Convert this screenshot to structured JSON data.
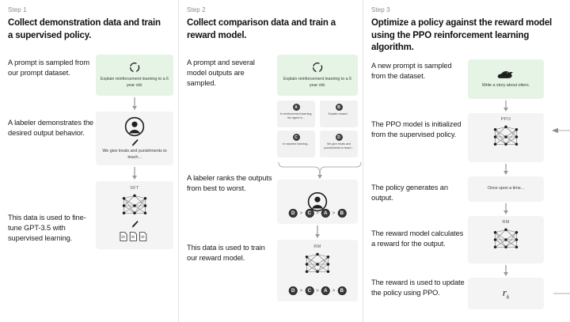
{
  "columns": [
    {
      "step_label": "Step 1",
      "title": "Collect demonstration data and train a supervised policy.",
      "captions": [
        "A prompt is sampled from our prompt dataset.",
        "A labeler demonstrates the desired output behavior.",
        "This data is used to fine-tune GPT-3.5 with supervised learning."
      ],
      "nodes": {
        "prompt_text": "Explain reinforcement learning to a 6 year old.",
        "prompt_icon": "recycle-icon",
        "labeler_text": "We give treats and punishments to teach...",
        "labeler_icon": "person-icon",
        "model_title": "SFT",
        "model_icon": "neural-network-icon",
        "pen_icon": "pen-icon",
        "docs_icon": "documents-icon"
      }
    },
    {
      "step_label": "Step 2",
      "title": "Collect comparison data and train a reward model.",
      "captions": [
        "A prompt and several model outputs are sampled.",
        "A labeler ranks the outputs from best to worst.",
        "This data is used to train our reward model."
      ],
      "nodes": {
        "prompt_text": "Explain reinforcement learning to a 6 year old.",
        "prompt_icon": "recycle-icon",
        "outputs": [
          {
            "letter": "A",
            "text": "In reinforcement learning, the agent is..."
          },
          {
            "letter": "B",
            "text": "Explain reward..."
          },
          {
            "letter": "C",
            "text": "In machine learning..."
          },
          {
            "letter": "D",
            "text": "We give treats and punishments to teach..."
          }
        ],
        "labeler_icon": "person-icon",
        "ranking": [
          "D",
          "C",
          "A",
          "B"
        ],
        "ranking_separator": ">",
        "model_title": "RM",
        "model_icon": "neural-network-icon"
      }
    },
    {
      "step_label": "Step 3",
      "title": "Optimize a policy against the reward model using the PPO reinforcement learning algorithm.",
      "captions": [
        "A new prompt is sampled from the dataset.",
        "The PPO model is initialized from the supervised policy.",
        "The policy generates an output.",
        "The reward model calculates a reward for the output.",
        "The reward is used to update the policy using PPO."
      ],
      "nodes": {
        "prompt_text": "Write a story about otters.",
        "prompt_icon": "otter-icon",
        "policy_title": "PPO",
        "policy_icon": "neural-network-icon",
        "output_text": "Once upon a time...",
        "reward_model_title": "RM",
        "reward_model_icon": "neural-network-icon",
        "reward_symbol": "r",
        "reward_subscript": "k",
        "feedback_arrow": "feedback-loop-arrow"
      }
    }
  ],
  "colors": {
    "prompt_green": "#e6f4e6",
    "node_gray": "#f4f4f4",
    "text_dark": "#1a1a1a",
    "step_label_gray": "#8a8a8a"
  }
}
